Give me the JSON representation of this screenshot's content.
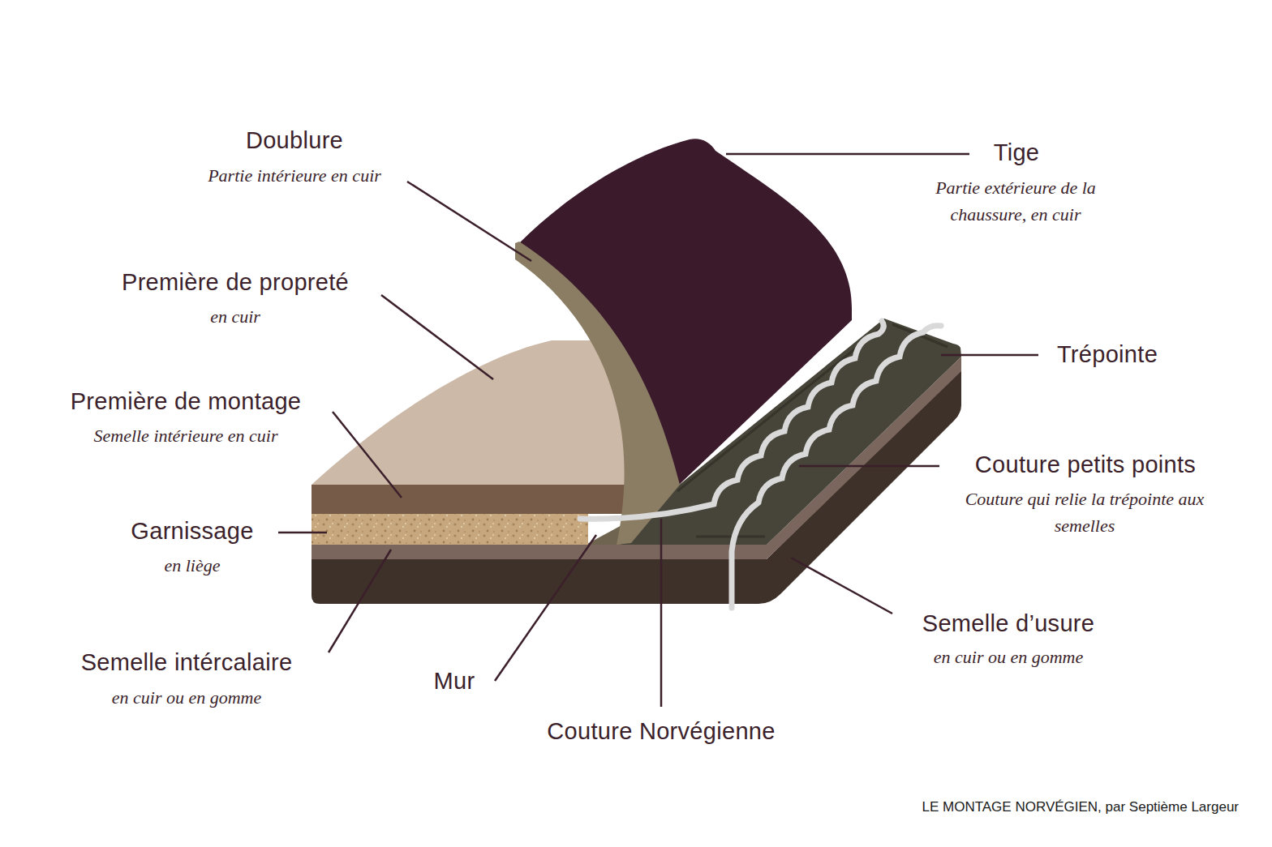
{
  "diagram": {
    "caption": "LE MONTAGE NORVÉGIEN, par Septième Largeur",
    "labels": [
      "Doublure",
      "Partie intérieure en cuir",
      "Tige",
      "Partie extérieure de la chaussure, en cuir",
      "Première de propreté",
      "en cuir",
      "Trépointe",
      "Première de montage",
      "Semelle intérieure en cuir",
      "Couture petits points",
      "Couture qui relie la trépointe aux semelles",
      "Garnissage",
      "en liège",
      "Semelle d’usure",
      "en cuir ou en gomme",
      "Semelle intércalaire",
      "en cuir ou en gomme",
      "Mur",
      "Couture Norvégienne"
    ]
  }
}
